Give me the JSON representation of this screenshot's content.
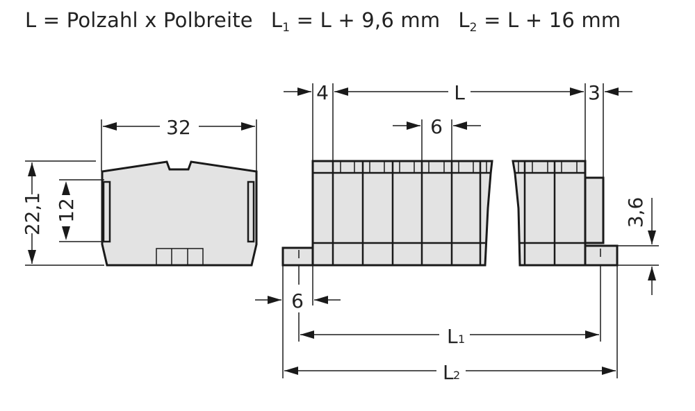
{
  "formula": {
    "part1": "L = Polzahl x Polbreite",
    "l1_base": "L",
    "l1_sub": "1",
    "l1_rest": " = L + 9,6 mm",
    "l2_base": "L",
    "l2_sub": "2",
    "l2_rest": " = L + 16 mm"
  },
  "side_view": {
    "width_label": "32",
    "height_label": "22,1",
    "inner_height_label": "12"
  },
  "front_view": {
    "left_offset_label": "4",
    "length_label": "L",
    "right_offset_label": "3",
    "pitch_label": "6",
    "foot_offset_label": "6",
    "foot_height_label": "3,6",
    "l1_label": "L",
    "l1_sub": "1",
    "l2_label": "L",
    "l2_sub": "2"
  },
  "colors": {
    "body_fill": "#e3e3e3",
    "line": "#1a1a1a",
    "background": "#ffffff"
  }
}
